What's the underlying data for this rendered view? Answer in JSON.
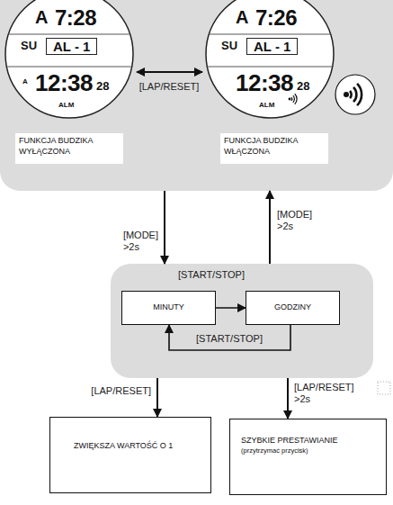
{
  "diagram": {
    "nodes": [
      {
        "text": []
      },
      {
        "text": [
          "A",
          "7:28",
          "SU",
          "AL - 1",
          "A",
          "12:38",
          "28",
          "ALM"
        ],
        "in": 0
      },
      {
        "text": [
          "A",
          "7:26",
          "SU",
          "AL - 1",
          "12:38",
          "28",
          "ALM"
        ],
        "in": 0
      },
      {
        "text": [
          "FUNKCJA BUDZIKA WYŁĄCZONA"
        ],
        "in": 0
      },
      {
        "text": [
          "FUNKCJA BUDZIKA WŁĄCZONA"
        ],
        "in": 0
      },
      {
        "text": [
          "[START/STOP]"
        ]
      },
      {
        "text": [
          "MINUTY"
        ],
        "in": 5
      },
      {
        "text": [
          "GODZINY"
        ],
        "in": 5
      },
      {
        "text": [
          "ZWIĘKSZA WARTOŚĆ O 1"
        ]
      },
      {
        "text": [
          "SZYBKIE PRESTAWIANIE",
          "(przytrzymać przycisk)"
        ]
      }
    ],
    "edges": [
      {
        "from": 1,
        "to": 2,
        "label": "[LAP/RESET]",
        "arrow": "both"
      },
      {
        "from": 0,
        "to": 5,
        "label": "[MODE] >2s",
        "arrow": "to"
      },
      {
        "from": 5,
        "to": 0,
        "label": "[MODE] >2s",
        "arrow": "to"
      },
      {
        "from": 6,
        "to": 7,
        "arrow": "to"
      },
      {
        "from": 7,
        "to": 6,
        "label": "[START/STOP]",
        "arrow": "to"
      },
      {
        "from": 5,
        "to": 8,
        "label": "[LAP/RESET]",
        "arrow": "to"
      },
      {
        "from": 5,
        "to": 9,
        "label": "[LAP/RESET] >2s",
        "arrow": "to"
      }
    ]
  }
}
